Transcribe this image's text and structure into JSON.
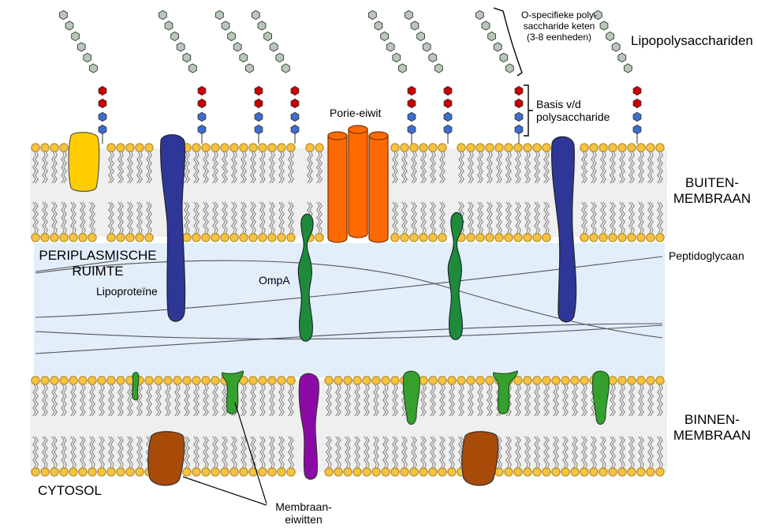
{
  "labels": {
    "lipopolysaccharides": "Lipopolysacchariden",
    "o_chain": [
      "O-specifieke poly-",
      "saccharide keten",
      "(3-8 eenheden)"
    ],
    "core": [
      "Basis v/d",
      "polysaccharide"
    ],
    "porin": "Porie-eiwit",
    "outer_membrane": [
      "BUITEN-",
      "MEMBRAAN"
    ],
    "periplasm": [
      "PERIPLASMISCHE",
      "RUIMTE"
    ],
    "peptidoglycan": "Peptidoglycaan",
    "lipoprotein": "Lipoproteïne",
    "ompa": "OmpA",
    "inner_membrane": [
      "BINNEN-",
      "MEMBRAAN"
    ],
    "cytosol": "CYTOSOL",
    "membrane_proteins": [
      "Membraan-",
      "eiwitten"
    ]
  },
  "colors": {
    "lipid_head": "#f5c242",
    "lipid_head_stroke": "#a37a10",
    "periplasm": "#e3eefb",
    "core_space": "#efefef",
    "sugar_grey": "#b8c8b8",
    "sugar_red": "#cc0000",
    "sugar_blue": "#3a6fd1",
    "lipoprotein": "#2e3798",
    "porin": "#ff6a00",
    "ompa": "#1f8a3a",
    "inner_green": "#35a02e",
    "purple": "#8b0aa6",
    "brown": "#a84a08",
    "yellow_protein": "#ffcc00"
  },
  "lps_chain": {
    "grey_units": 6,
    "red_units": 2,
    "blue_units": 2
  },
  "outer_gaps": [
    {
      "from": 128,
      "to": 140
    },
    {
      "from": 200,
      "to": 236
    },
    {
      "from": 372,
      "to": 384
    },
    {
      "from": 408,
      "to": 500
    },
    {
      "from": 566,
      "to": 582
    },
    {
      "from": 694,
      "to": 730
    }
  ],
  "inner_gaps": [
    {
      "from": 376,
      "to": 410
    }
  ]
}
